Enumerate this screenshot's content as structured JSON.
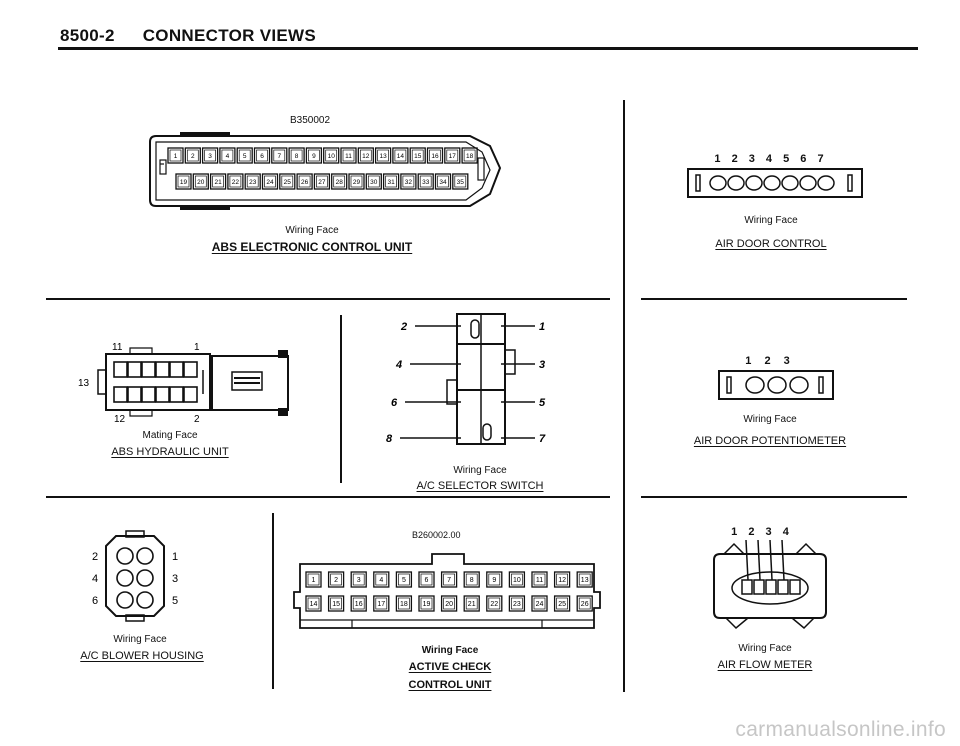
{
  "header": {
    "page_number": "8500-2",
    "title": "CONNECTOR VIEWS"
  },
  "abs_ecu": {
    "code": "B350002",
    "pins_top": [
      "1",
      "2",
      "3",
      "4",
      "5",
      "6",
      "7",
      "8",
      "9",
      "10",
      "11",
      "12",
      "13",
      "14",
      "15",
      "16",
      "17",
      "18"
    ],
    "pins_bottom": [
      "19",
      "20",
      "21",
      "22",
      "23",
      "24",
      "25",
      "26",
      "27",
      "28",
      "29",
      "30",
      "31",
      "32",
      "33",
      "34",
      "35"
    ],
    "face": "Wiring Face",
    "title": "ABS ELECTRONIC CONTROL UNIT"
  },
  "air_door_control": {
    "pin_numbers": "1 2 3 4 5 6 7",
    "face": "Wiring Face",
    "title": "AIR DOOR CONTROL"
  },
  "abs_hydraulic": {
    "pin_11": "11",
    "pin_1": "1",
    "pin_13": "13",
    "pin_12": "12",
    "pin_2": "2",
    "face": "Mating Face",
    "title": "ABS HYDRAULIC UNIT"
  },
  "ac_selector": {
    "pins_left": [
      "2",
      "4",
      "6",
      "8"
    ],
    "pins_right": [
      "1",
      "3",
      "5",
      "7"
    ],
    "face": "Wiring Face",
    "title": "A/C SELECTOR SWITCH"
  },
  "air_door_pot": {
    "pin_numbers": "1 2 3",
    "face": "Wiring Face",
    "title": "AIR DOOR POTENTIOMETER"
  },
  "ac_blower": {
    "pins_left": [
      "2",
      "4",
      "6"
    ],
    "pins_right": [
      "1",
      "3",
      "5"
    ],
    "face": "Wiring Face",
    "title": "A/C BLOWER HOUSING"
  },
  "active_check": {
    "code": "B260002.00",
    "pins_top": [
      "1",
      "2",
      "3",
      "4",
      "5",
      "6",
      "7",
      "8",
      "9",
      "10",
      "11",
      "12",
      "13"
    ],
    "pins_bottom": [
      "14",
      "15",
      "16",
      "17",
      "18",
      "19",
      "20",
      "21",
      "22",
      "23",
      "24",
      "25",
      "26"
    ],
    "face": "Wiring Face",
    "title_line1": "ACTIVE CHECK",
    "title_line2": "CONTROL UNIT"
  },
  "air_flow_meter": {
    "pin_numbers": "1 2 3 4",
    "face": "Wiring Face",
    "title": "AIR FLOW METER"
  },
  "watermark": "carmanualsonline.info"
}
